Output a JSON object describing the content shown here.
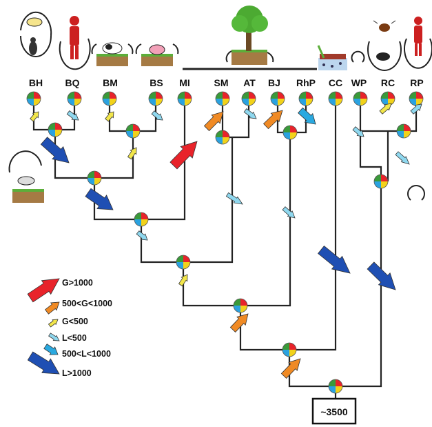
{
  "taxa": [
    {
      "label": "BH"
    },
    {
      "label": "BQ"
    },
    {
      "label": "BM"
    },
    {
      "label": "BS"
    },
    {
      "label": "MI"
    },
    {
      "label": "SM"
    },
    {
      "label": "AT"
    },
    {
      "label": "BJ"
    },
    {
      "label": "RhP"
    },
    {
      "label": "CC"
    },
    {
      "label": "WP"
    },
    {
      "label": "RC"
    },
    {
      "label": "RP"
    }
  ],
  "root_label": "~3500",
  "legend": [
    {
      "label": "G>1000",
      "color": "#e8232a"
    },
    {
      "label": "500<G<1000",
      "color": "#f08a24"
    },
    {
      "label": "G<500",
      "color": "#f2e64a"
    },
    {
      "label": "L<500",
      "color": "#8fd8ef"
    },
    {
      "label": "500<L<1000",
      "color": "#2aa9e0"
    },
    {
      "label": "L>1000",
      "color": "#1f4fb3"
    }
  ],
  "pie_colors": [
    "#e8232a",
    "#f2d21a",
    "#2aa2e0",
    "#3a9a3a"
  ],
  "icons": {
    "BH": "sheep-dog-cycle-icon",
    "BQ": "human-cycle-icon",
    "BM": "cow-soil-icon",
    "BS": "pig-soil-icon",
    "MI": "tree-soil-icon",
    "CC": "water-soil-icon",
    "WP": "cycle-icon",
    "RC": "tick-dog-cycle-icon",
    "RP": "human-cycle-icon",
    "left_side": "rodent-soil-icon",
    "right_side": "cycle-icon"
  }
}
